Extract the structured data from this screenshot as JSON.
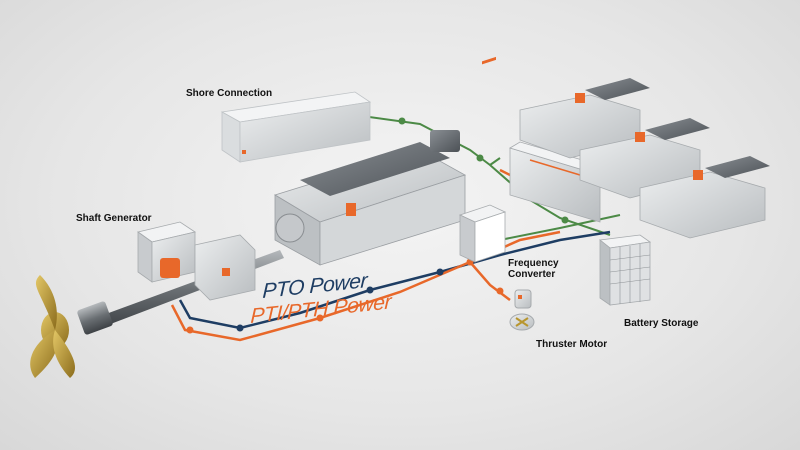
{
  "labels": {
    "shore_connection": "Shore Connection",
    "shaft_generator": "Shaft Generator",
    "frequency_converter_line1": "Frequency",
    "frequency_converter_line2": "Converter",
    "battery_storage": "Battery Storage",
    "thruster_motor": "Thruster Motor",
    "pto_power": "PTO Power",
    "pti_pth_power": "PTI/PTH Power"
  },
  "colors": {
    "pto_line": "#1e3d63",
    "pti_line": "#e8682a",
    "shore_line": "#4c8a46",
    "accent_orange": "#e8682a",
    "machinery_grey": "#cfd2d4",
    "propeller_gold": "#b8962f"
  }
}
